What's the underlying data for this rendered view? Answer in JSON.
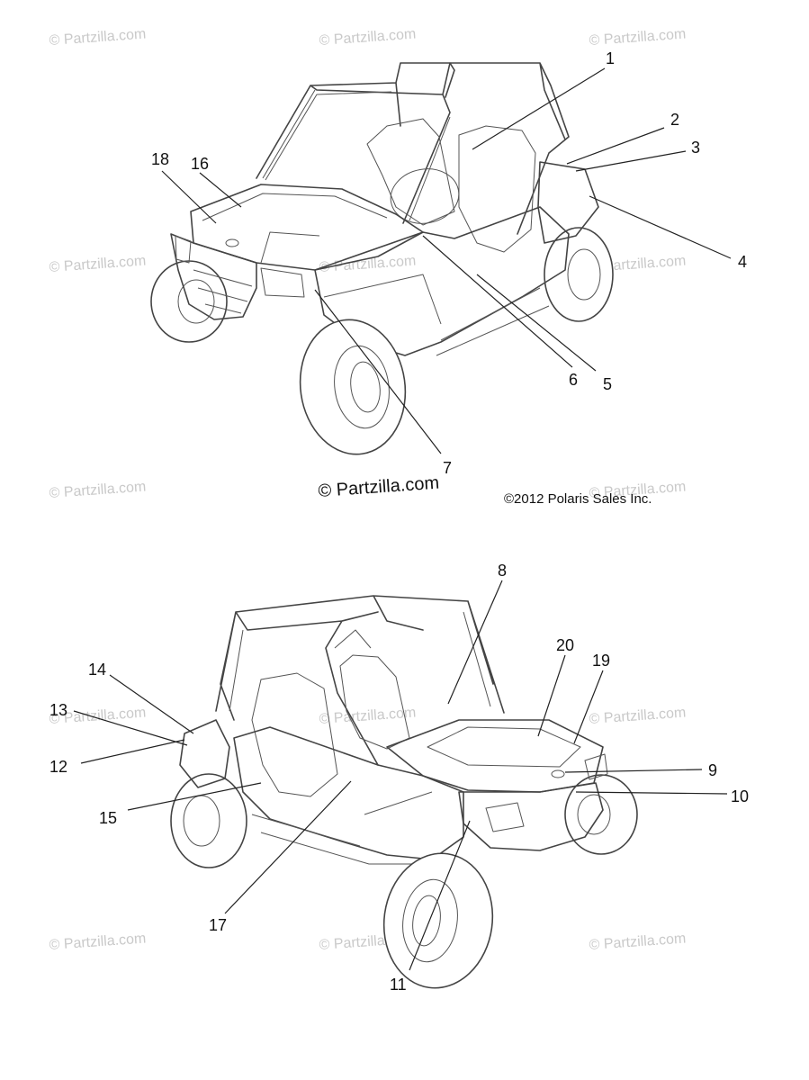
{
  "watermark_text": "© Partzilla.com",
  "credit_text": "© Partzilla.com",
  "copyright_text": "©2012 Polaris Sales Inc.",
  "top_view": {
    "callouts": [
      "1",
      "2",
      "3",
      "4",
      "5",
      "6",
      "7",
      "16",
      "18"
    ]
  },
  "bottom_view": {
    "callouts": [
      "8",
      "9",
      "10",
      "11",
      "12",
      "13",
      "14",
      "15",
      "17",
      "19",
      "20"
    ]
  }
}
